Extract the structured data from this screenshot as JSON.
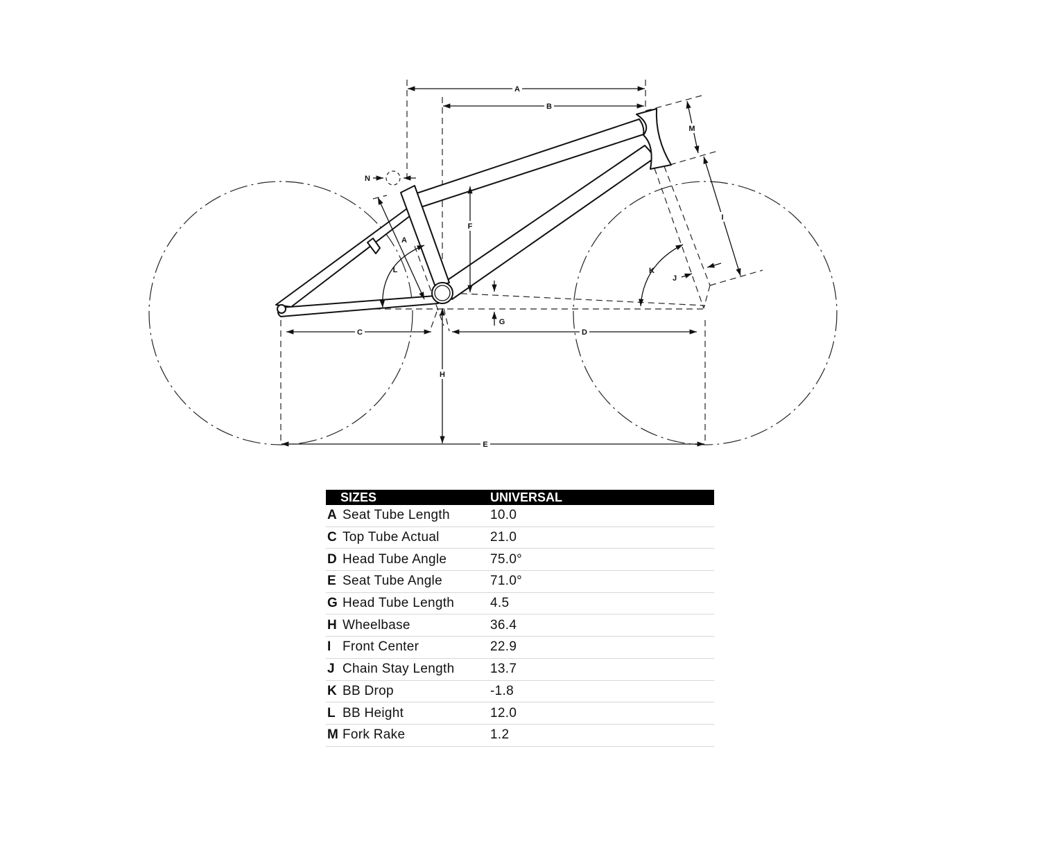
{
  "diagram": {
    "labels": {
      "A_top": "A",
      "B": "B",
      "M": "M",
      "N": "N",
      "F": "F",
      "A_seat": "A",
      "L": "L",
      "I": "I",
      "K": "K",
      "J": "J",
      "G": "G",
      "C": "C",
      "D": "D",
      "H": "H",
      "E": "E"
    }
  },
  "table": {
    "header": {
      "sizes": "SIZES",
      "size_name": "UNIVERSAL"
    },
    "rows": [
      {
        "letter": "A",
        "name": "Seat Tube Length",
        "value": "10.0"
      },
      {
        "letter": "C",
        "name": "Top Tube Actual",
        "value": "21.0"
      },
      {
        "letter": "D",
        "name": "Head Tube Angle",
        "value": "75.0°"
      },
      {
        "letter": "E",
        "name": "Seat Tube Angle",
        "value": "71.0°"
      },
      {
        "letter": "G",
        "name": "Head Tube Length",
        "value": "4.5"
      },
      {
        "letter": "H",
        "name": "Wheelbase",
        "value": "36.4"
      },
      {
        "letter": "I",
        "name": "Front Center",
        "value": "22.9"
      },
      {
        "letter": "J",
        "name": "Chain Stay Length",
        "value": "13.7"
      },
      {
        "letter": "K",
        "name": "BB Drop",
        "value": "-1.8"
      },
      {
        "letter": "L",
        "name": "BB Height",
        "value": "12.0"
      },
      {
        "letter": "M",
        "name": "Fork Rake",
        "value": "1.2"
      }
    ]
  }
}
